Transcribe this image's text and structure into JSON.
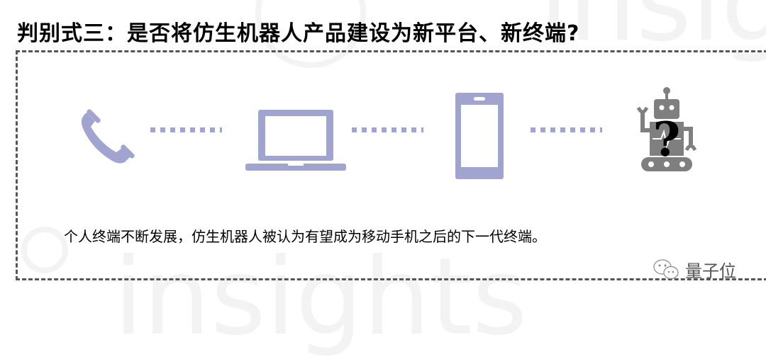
{
  "title": "判别式三：是否将仿生机器人产品建设为新平台、新终端?",
  "watermark": {
    "text": "insights"
  },
  "diagram": {
    "nodes": [
      {
        "id": "phone",
        "icon": "telephone-handset-icon"
      },
      {
        "id": "laptop",
        "icon": "laptop-icon"
      },
      {
        "id": "mobile",
        "icon": "smartphone-icon"
      },
      {
        "id": "robot",
        "icon": "robot-question-icon",
        "overlay": "?"
      }
    ],
    "connector": "dotted-line"
  },
  "caption": "个人终端不断发展，仿生机器人被认为有望成为移动手机之后的下一代终端。",
  "brand": {
    "icon": "wechat-icon",
    "name": "量子位"
  },
  "colors": {
    "accent": "#a1a4cf",
    "robot": "#7f7f7f",
    "border": "#555555",
    "text": "#000000"
  }
}
